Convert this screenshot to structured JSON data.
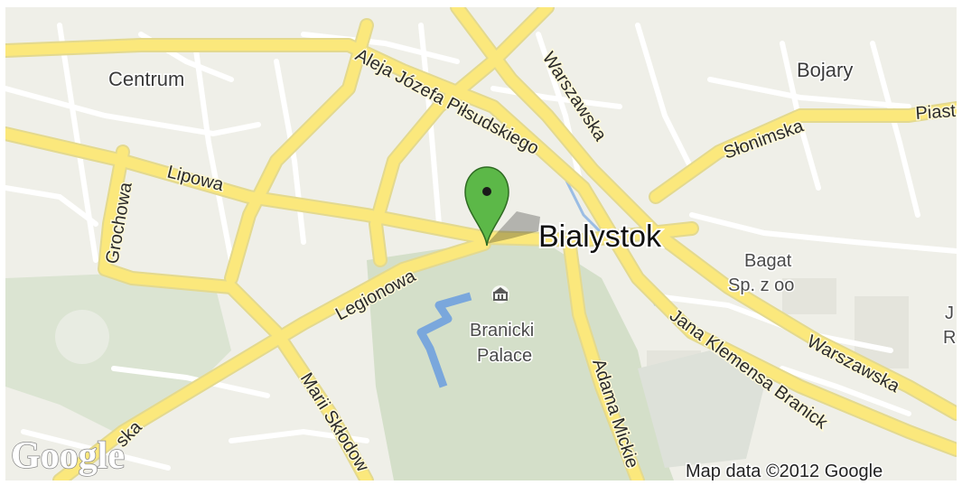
{
  "map": {
    "city": "Bialystok",
    "places": {
      "centrum": "Centrum",
      "bojary": "Bojary",
      "bagat_line1": "Bagat",
      "bagat_line2": "Sp. z oo",
      "partial_right_1": "J",
      "partial_right_2": "R"
    },
    "poi": {
      "name_line1": "Branicki",
      "name_line2": "Palace",
      "icon": "museum-icon"
    },
    "streets": {
      "pilsudskiego": "Aleja Józefa Piłsudskiego",
      "warszawska_top": "Warszawska",
      "warszawska_bottom": "Warszawska",
      "slonimska": "Słonimska",
      "piast": "Piast",
      "lipowa": "Lipowa",
      "grochowa": "Grochowa",
      "legionowa": "Legionowa",
      "marii": "Marii Skłodow",
      "adama": "Adama Mickie",
      "branickiego": "Jana Klemensa Branick",
      "partial_sw": "ska"
    },
    "marker": {
      "color": "#5cb848",
      "icon": "map-pin-icon"
    },
    "logo": "Google",
    "attribution": "Map data ©2012 Google"
  },
  "colors": {
    "land": "#efefe8",
    "park": "#d4dfc9",
    "water": "#7aa7dc",
    "major_road": "#fbe87c",
    "minor_road": "#ffffff",
    "road_casing": "#e3d98f"
  }
}
